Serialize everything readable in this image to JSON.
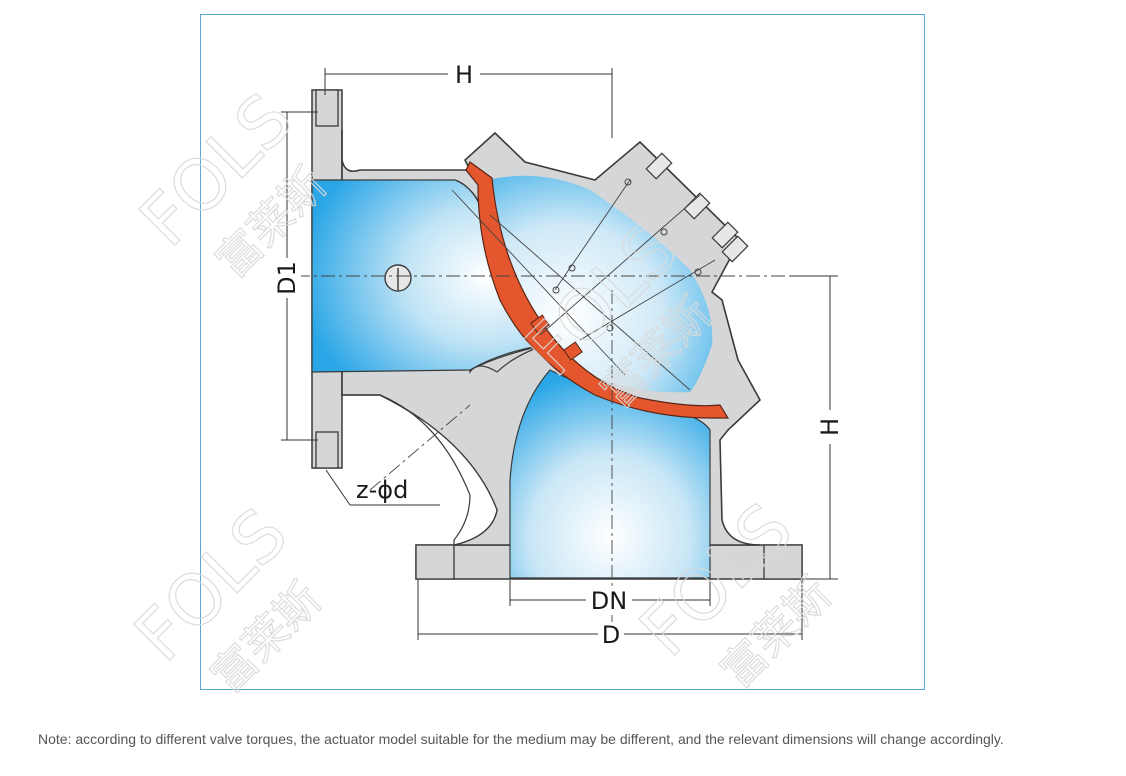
{
  "diagram": {
    "labels": {
      "h_top": "H",
      "h_right": "H",
      "d1": "D1",
      "bolt_holes": "z-ϕd",
      "dn": "DN",
      "d": "D"
    },
    "watermark": {
      "brand": "FOLS",
      "chinese": "富莱斯"
    },
    "colors": {
      "frame": "#5aa7d6",
      "body_fill": "#d4d6d8",
      "body_stroke": "#3a3a3a",
      "diaphragm": "#e4572e",
      "flow_blue": "#4fb3e8",
      "dim_line": "#333333"
    }
  },
  "note": "Note: according to different valve torques, the actuator model suitable for the medium may be different, and the relevant dimensions will change accordingly."
}
